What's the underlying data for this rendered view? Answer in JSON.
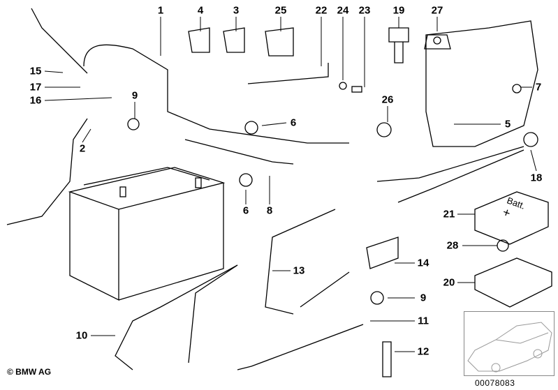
{
  "diagram": {
    "part_labels": [
      "1",
      "4",
      "3",
      "25",
      "22",
      "24",
      "23",
      "19",
      "27",
      "15",
      "17",
      "16",
      "9",
      "7",
      "5",
      "26",
      "6",
      "2",
      "18",
      "6",
      "8",
      "21",
      "28",
      "14",
      "13",
      "20",
      "9",
      "11",
      "10",
      "12"
    ],
    "cover_text": "Batt.",
    "cover_symbol": "+",
    "copyright": "© BMW AG",
    "reference_number": "00078083"
  }
}
